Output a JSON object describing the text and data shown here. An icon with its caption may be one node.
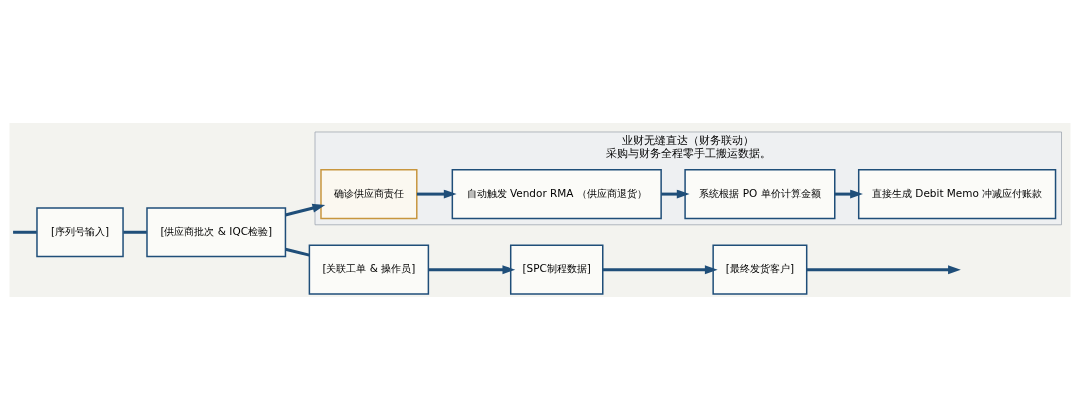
{
  "diagram": {
    "nodes": [
      {
        "text": [
          "[序列号输入]"
        ]
      },
      {
        "text": [
          "[供应商批次 & IQC检验]"
        ]
      },
      {
        "text": [
          "[关联工单 & 操作员]"
        ]
      },
      {
        "text": [
          "[SPC制程数据]"
        ]
      },
      {
        "text": [
          "[最终发货客户]"
        ]
      },
      {
        "text": [
          "业财无缝直达（财务联动）",
          "采购与财务全程零手工搬运数据。"
        ]
      },
      {
        "text": [
          "确诊供应商责任"
        ],
        "in": 5
      },
      {
        "text": [
          "自动触发 Vendor RMA （供应商退货）"
        ],
        "in": 5
      },
      {
        "text": [
          "系统根据 PO 单价计算金额"
        ],
        "in": 5
      },
      {
        "text": [
          "直接生成 Debit Memo 冲减应付账款"
        ],
        "in": 5
      }
    ],
    "edges": [
      {
        "from": null,
        "to": 0,
        "arrow": "none"
      },
      {
        "from": 0,
        "to": 1,
        "arrow": "none"
      },
      {
        "from": 1,
        "to": 2,
        "arrow": "none"
      },
      {
        "from": 2,
        "to": 3,
        "arrow": "to"
      },
      {
        "from": 3,
        "to": 4,
        "arrow": "to"
      },
      {
        "from": 4,
        "to": null,
        "arrow": "to"
      },
      {
        "from": 1,
        "to": 6,
        "arrow": "to"
      },
      {
        "from": 6,
        "to": 7,
        "arrow": "to"
      },
      {
        "from": 7,
        "to": 8,
        "arrow": "to"
      },
      {
        "from": 8,
        "to": 9,
        "arrow": "to"
      }
    ]
  }
}
